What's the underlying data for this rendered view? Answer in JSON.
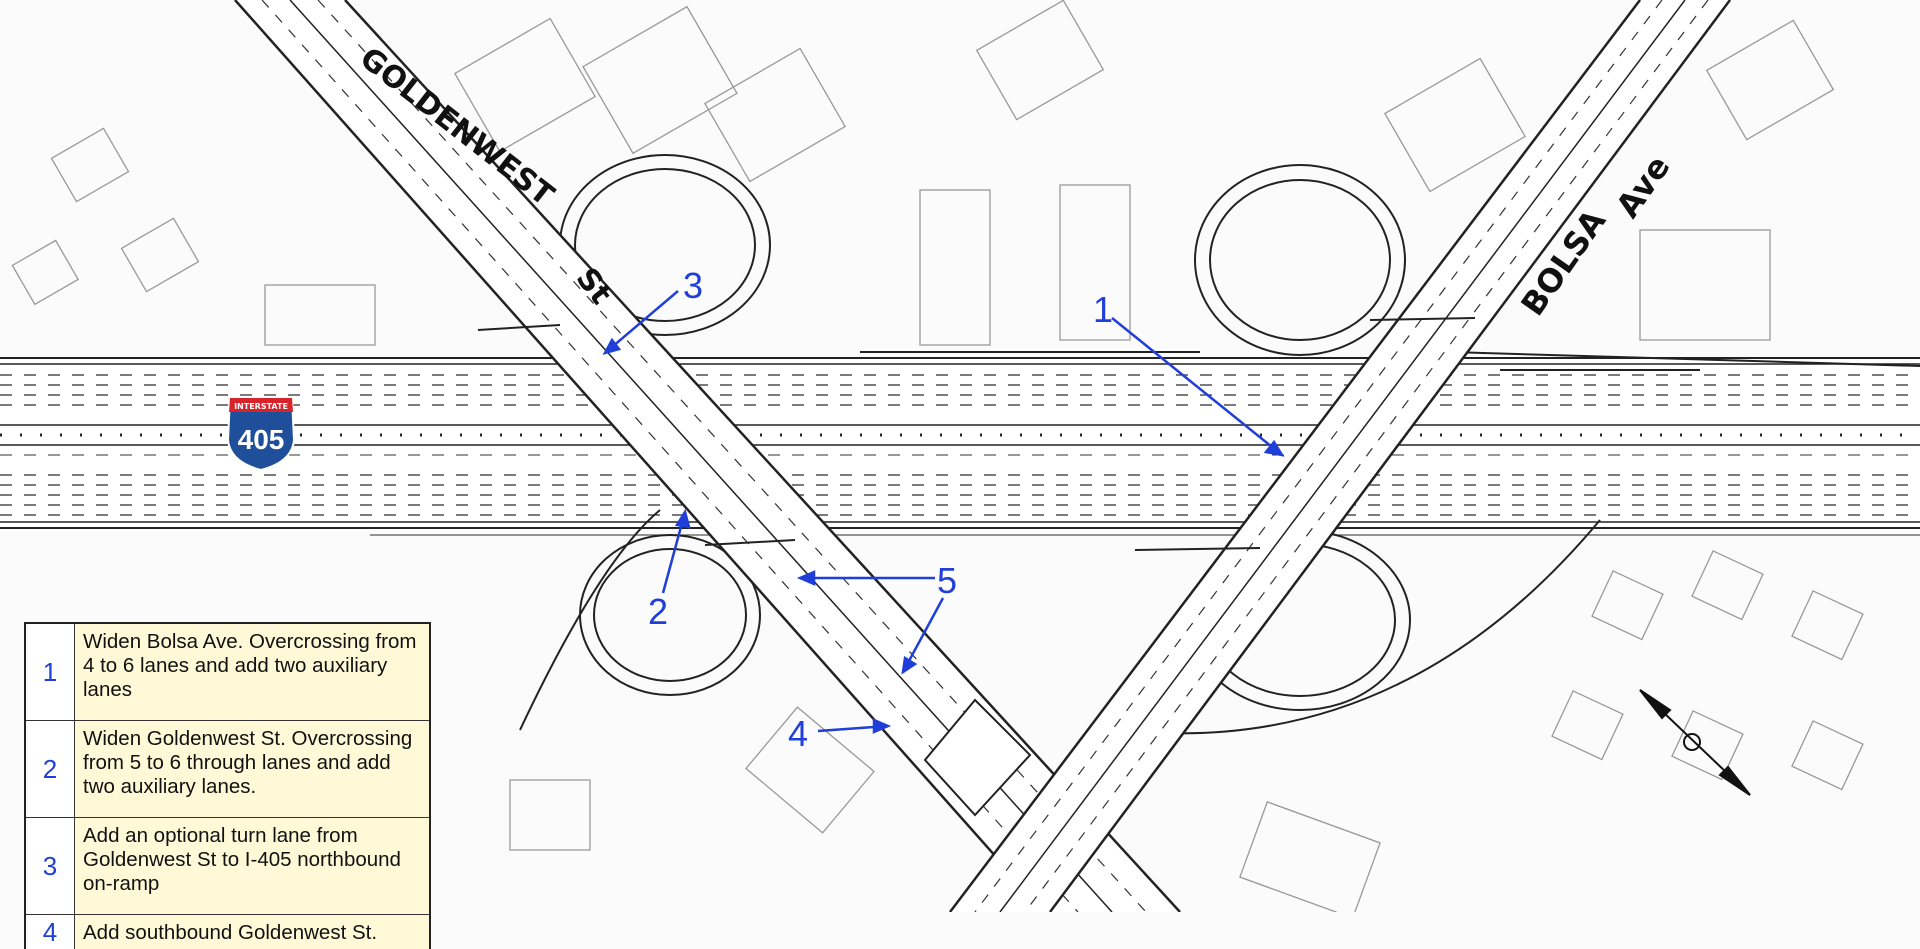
{
  "streets": {
    "goldenwest_1": "GOLDENWEST",
    "goldenwest_2": "St",
    "bolsa_1": "BOLSA",
    "bolsa_2": "Ave"
  },
  "shield": {
    "top_text": "INTERSTATE",
    "number": "405",
    "colors": {
      "top": "#d8232a",
      "body": "#1f4f9a"
    }
  },
  "callouts": [
    "1",
    "2",
    "3",
    "4",
    "5"
  ],
  "legend": [
    {
      "num": "1",
      "text": "Widen Bolsa Ave. Overcrossing from 4 to 6 lanes and add two auxiliary lanes"
    },
    {
      "num": "2",
      "text": "Widen Goldenwest St. Overcrossing from 5 to 6 through lanes and add two auxiliary lanes."
    },
    {
      "num": "3",
      "text": "Add an optional turn lane from Goldenwest St to I-405 northbound on-ramp"
    },
    {
      "num": "4",
      "text": "Add southbound Goldenwest St."
    }
  ],
  "colors": {
    "callout": "#1f3fd8",
    "legend_bg": "#fff9d8"
  }
}
